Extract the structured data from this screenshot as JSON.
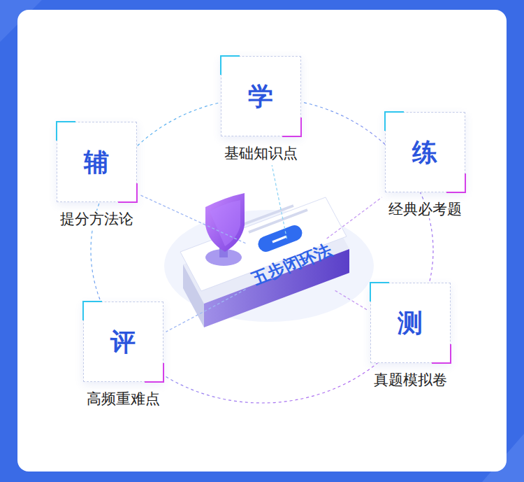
{
  "diagram": {
    "nodes": [
      {
        "text": [
          "学",
          "基础知识点"
        ]
      },
      {
        "text": [
          "辅",
          "提分方法论"
        ]
      },
      {
        "text": [
          "练",
          "经典必考题"
        ]
      },
      {
        "text": [
          "五步闭环法"
        ]
      },
      {
        "text": [
          "测",
          "真题模拟卷"
        ]
      },
      {
        "text": [
          "评",
          "高频重难点"
        ]
      }
    ],
    "edges": [
      {
        "from": 3,
        "to": 0,
        "arrow": "none"
      },
      {
        "from": 3,
        "to": 1,
        "arrow": "none"
      },
      {
        "from": 3,
        "to": 2,
        "arrow": "none"
      },
      {
        "from": 3,
        "to": 4,
        "arrow": "none"
      },
      {
        "from": 3,
        "to": 5,
        "arrow": "none"
      }
    ]
  }
}
